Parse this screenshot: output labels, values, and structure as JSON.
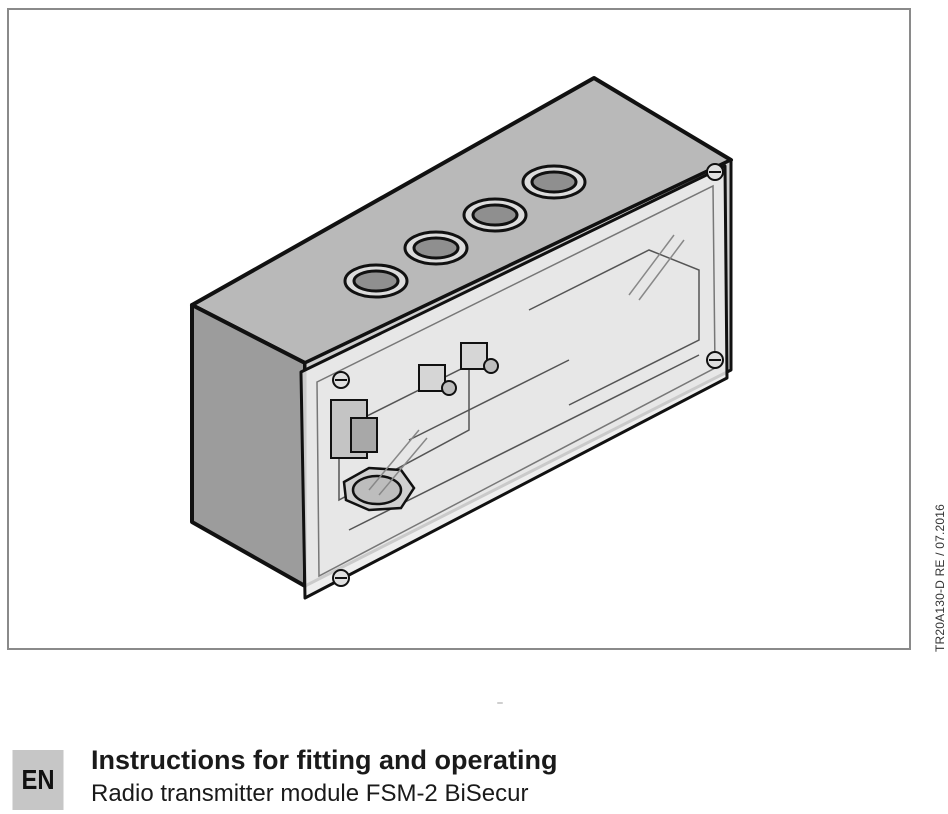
{
  "document": {
    "doc_reference": "TR20A130-D RE / 07.2016",
    "language_code": "EN",
    "title": "Instructions for fitting and operating",
    "subtitle": "Radio transmitter module FSM-2 BiSecur"
  },
  "illustration": {
    "subject": "enclosure-box-icon",
    "colors": {
      "housing": "#9c9c9c",
      "housing_top": "#b9b9b9",
      "lid": "#e6e6e6",
      "outline": "#111111"
    }
  }
}
